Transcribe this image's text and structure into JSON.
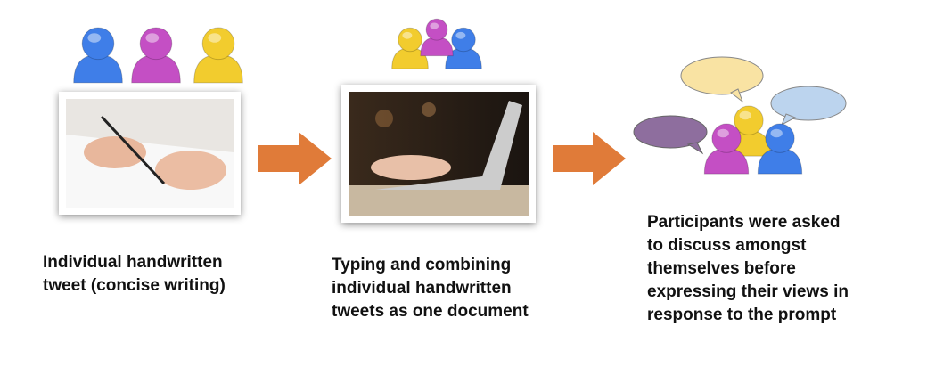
{
  "colors": {
    "arrow": "#E07B39",
    "blue": "#3F7EE8",
    "magenta": "#C44FC4",
    "yellow": "#F2CC2E",
    "bubble_yellow": "#F9E3A3",
    "bubble_blue": "#BCD4EE",
    "bubble_purple": "#8E6E9E"
  },
  "steps": [
    {
      "caption": "Individual handwritten\ntweet (concise writing)",
      "photo": "hand-writing-photo",
      "people": [
        "blue",
        "magenta",
        "yellow"
      ]
    },
    {
      "caption": "Typing and combining\nindividual handwritten\ntweets as one document",
      "photo": "laptop-typing-photo",
      "people": [
        "yellow",
        "magenta",
        "blue"
      ]
    },
    {
      "caption": "Participants were asked\nto discuss amongst\nthemselves before\nexpressing  their views in\nresponse to the prompt",
      "people": [
        "yellow",
        "magenta",
        "blue"
      ]
    }
  ]
}
